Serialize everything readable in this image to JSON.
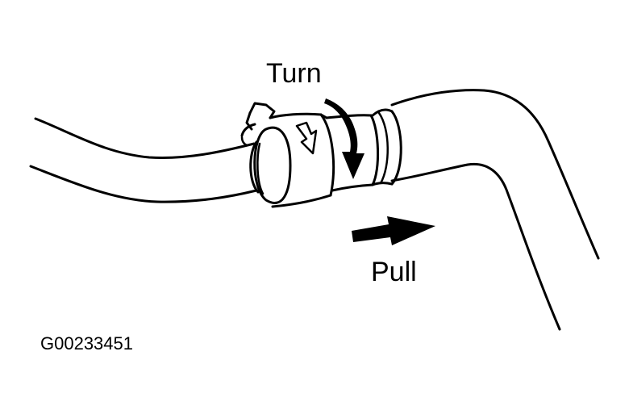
{
  "labels": {
    "turn": "Turn",
    "pull": "Pull"
  },
  "figure_id": "G00233451"
}
